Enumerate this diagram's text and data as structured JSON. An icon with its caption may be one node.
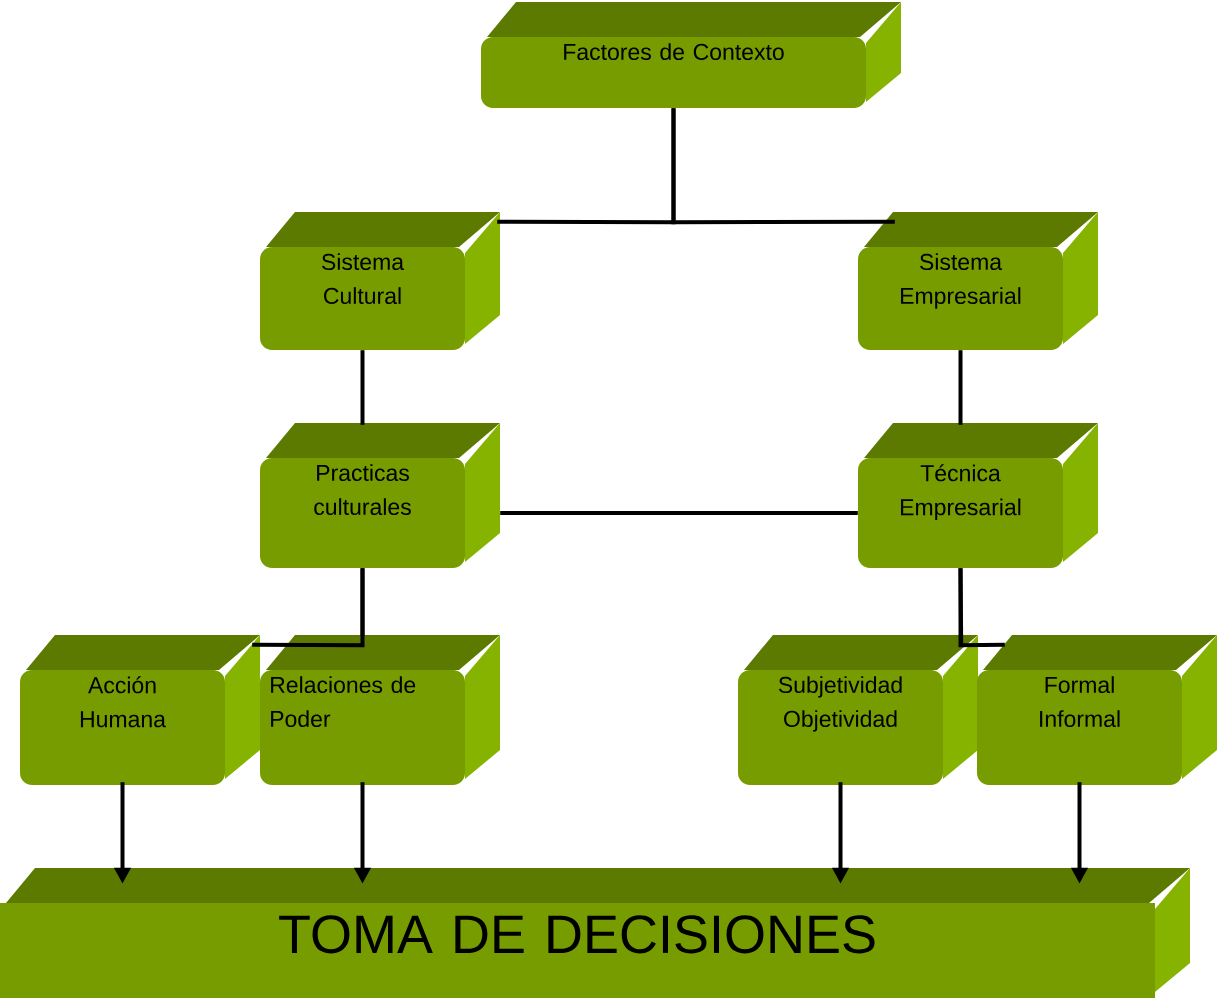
{
  "diagram": {
    "nodes": [
      {
        "text": [
          "Factores de Contexto"
        ]
      },
      {
        "text": [
          "Sistema Cultural"
        ]
      },
      {
        "text": [
          "Sistema Empresarial"
        ]
      },
      {
        "text": [
          "Practicas culturales"
        ]
      },
      {
        "text": [
          "Técnica Empresarial"
        ]
      },
      {
        "text": [
          "Acción Humana"
        ]
      },
      {
        "text": [
          "Relaciones de Poder"
        ]
      },
      {
        "text": [
          "Subjetividad Objetividad"
        ]
      },
      {
        "text": [
          "Formal Informal"
        ]
      },
      {
        "text": [
          "TOMA DE DECISIONES"
        ]
      }
    ],
    "edges": [
      {
        "from": 0,
        "to": 1,
        "arrow": "none"
      },
      {
        "from": 0,
        "to": 2,
        "arrow": "none"
      },
      {
        "from": 1,
        "to": 3,
        "arrow": "none"
      },
      {
        "from": 2,
        "to": 4,
        "arrow": "none"
      },
      {
        "from": 3,
        "to": 4,
        "arrow": "none"
      },
      {
        "from": 3,
        "to": 5,
        "arrow": "none"
      },
      {
        "from": 3,
        "to": 6,
        "arrow": "none"
      },
      {
        "from": 4,
        "to": 7,
        "arrow": "none"
      },
      {
        "from": 4,
        "to": 8,
        "arrow": "none"
      },
      {
        "from": 5,
        "to": 9,
        "arrow": "to"
      },
      {
        "from": 6,
        "to": 9,
        "arrow": "to"
      },
      {
        "from": 7,
        "to": 9,
        "arrow": "to"
      },
      {
        "from": 8,
        "to": 9,
        "arrow": "to"
      }
    ]
  }
}
